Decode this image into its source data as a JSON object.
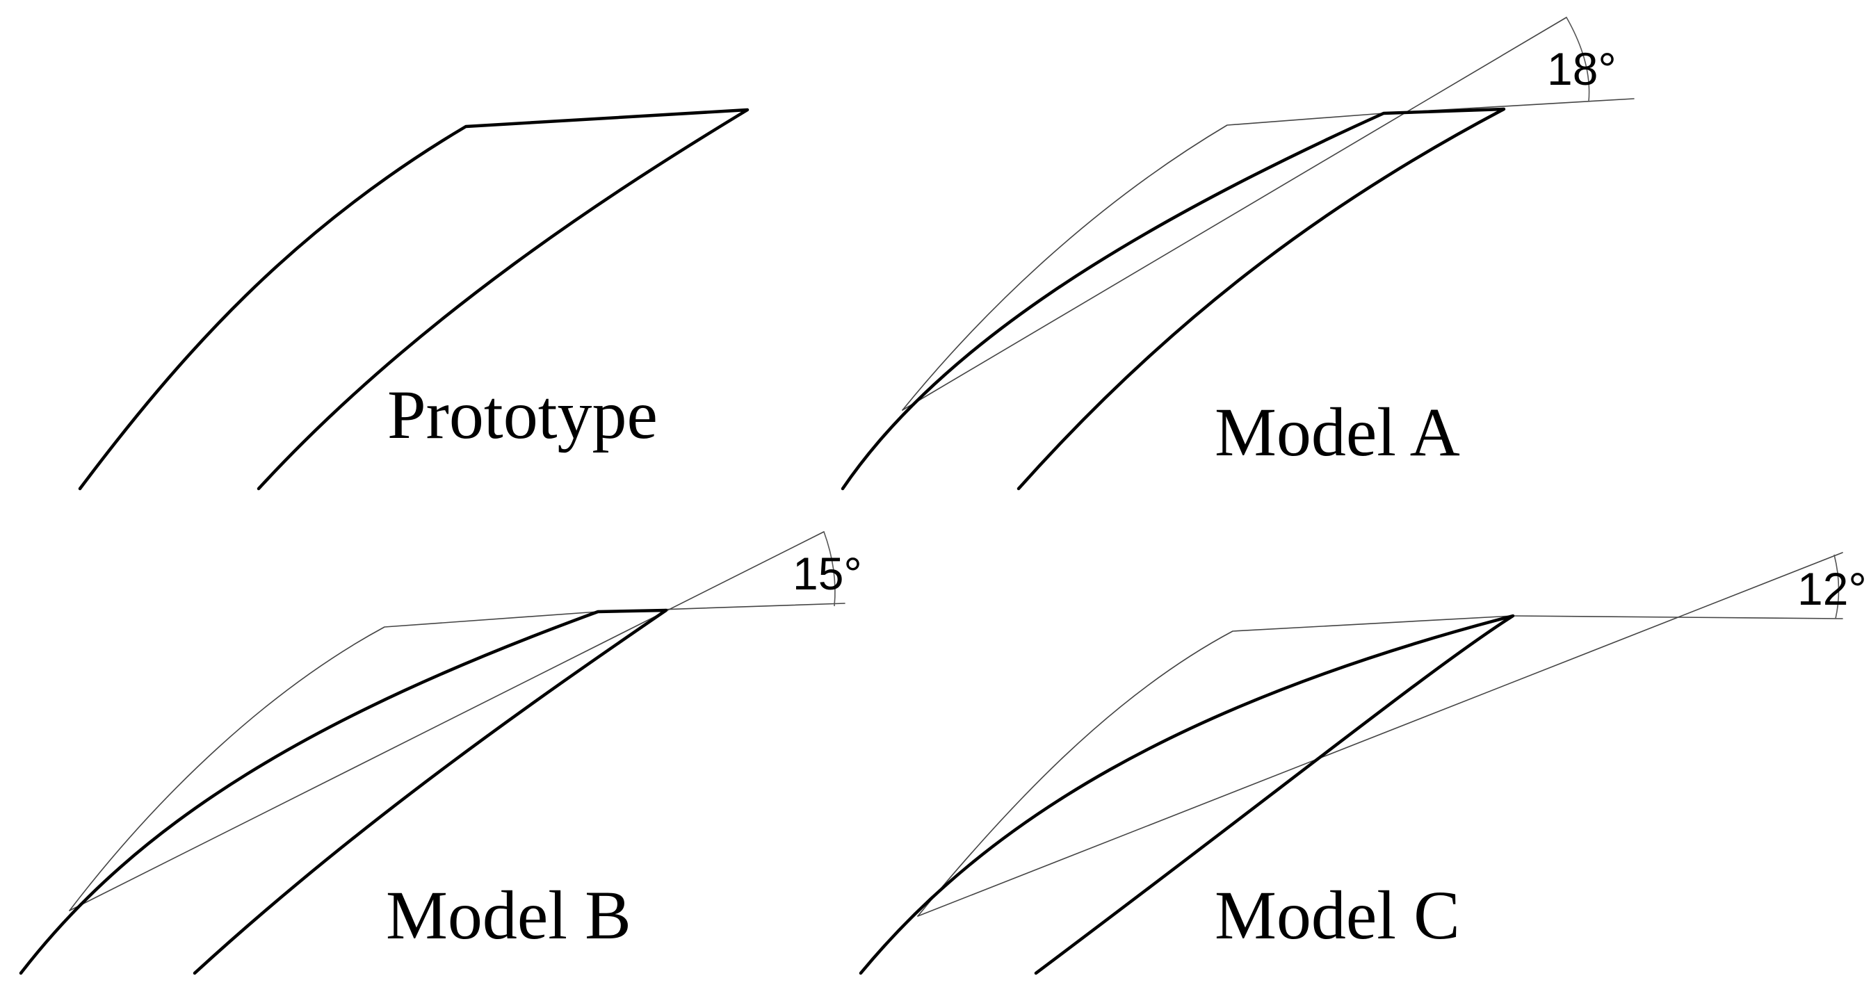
{
  "panels": {
    "prototype": {
      "label": "Prototype"
    },
    "model_a": {
      "label": "Model A",
      "angle": "18°"
    },
    "model_b": {
      "label": "Model B",
      "angle": "15°"
    },
    "model_c": {
      "label": "Model C",
      "angle": "12°"
    }
  }
}
